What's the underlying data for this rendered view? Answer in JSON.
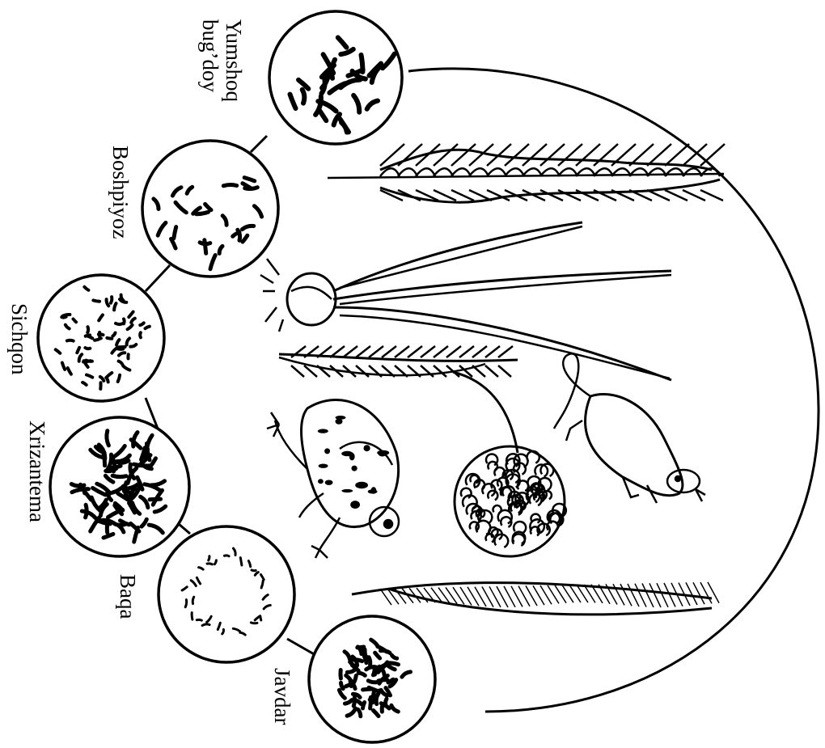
{
  "diagram": {
    "ink_color": "#000000",
    "background": "#ffffff",
    "nodes": [
      {
        "id": "yumshoq-bugdoy",
        "label_lines": [
          "Yumshoq",
          "bug’doy"
        ],
        "chromosome_style": "large-sparse"
      },
      {
        "id": "boshpiyoz",
        "label_lines": [
          "Boshpiyoz"
        ],
        "chromosome_style": "sparse"
      },
      {
        "id": "sichqon",
        "label_lines": [
          "Sichqon"
        ],
        "chromosome_style": "small-many"
      },
      {
        "id": "xrizantema",
        "label_lines": [
          "Xrizantema"
        ],
        "chromosome_style": "dense"
      },
      {
        "id": "baqa",
        "label_lines": [
          "Baqa"
        ],
        "chromosome_style": "ring"
      },
      {
        "id": "javdar",
        "label_lines": [
          "Javdar"
        ],
        "chromosome_style": "dense-cluster"
      }
    ],
    "illustrations": [
      "wheat-spike",
      "onion-plant",
      "grass-stem",
      "frog",
      "chrysanthemum-flower",
      "mouse",
      "rye-spike"
    ]
  }
}
